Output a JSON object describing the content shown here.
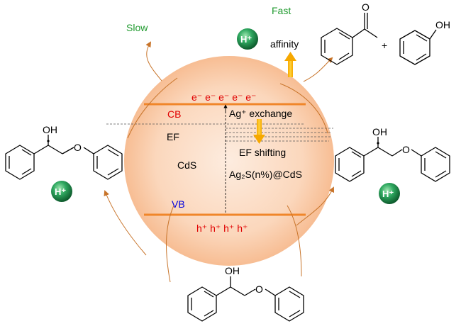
{
  "labels": {
    "slow": "Slow",
    "fast": "Fast",
    "affinity": "affinity",
    "plus": "+",
    "oh": "OH",
    "o": "O",
    "electrons": "e⁻ e⁻ e⁻ e⁻ e⁻",
    "holes": "h⁺ h⁺ h⁺ h⁺",
    "cb": "CB",
    "vb": "VB",
    "ef": "EF",
    "cds": "CdS",
    "ag_exchange": "Ag⁺ exchange",
    "ef_shifting": "EF shifting",
    "ag2s_cds": "Ag₂S(n%)@CdS",
    "h_plus": "H⁺"
  },
  "colors": {
    "sphere_center": "#fde9db",
    "sphere_edge": "#f8c29b",
    "band_line": "#f0862a",
    "arrow_yellow": "#f8bd0d",
    "proton_green": "#1f8f4a",
    "curve_orange": "#c8742a",
    "label_green": "#1f9a2e",
    "label_red": "#e00000",
    "label_blue": "#0000e0"
  }
}
